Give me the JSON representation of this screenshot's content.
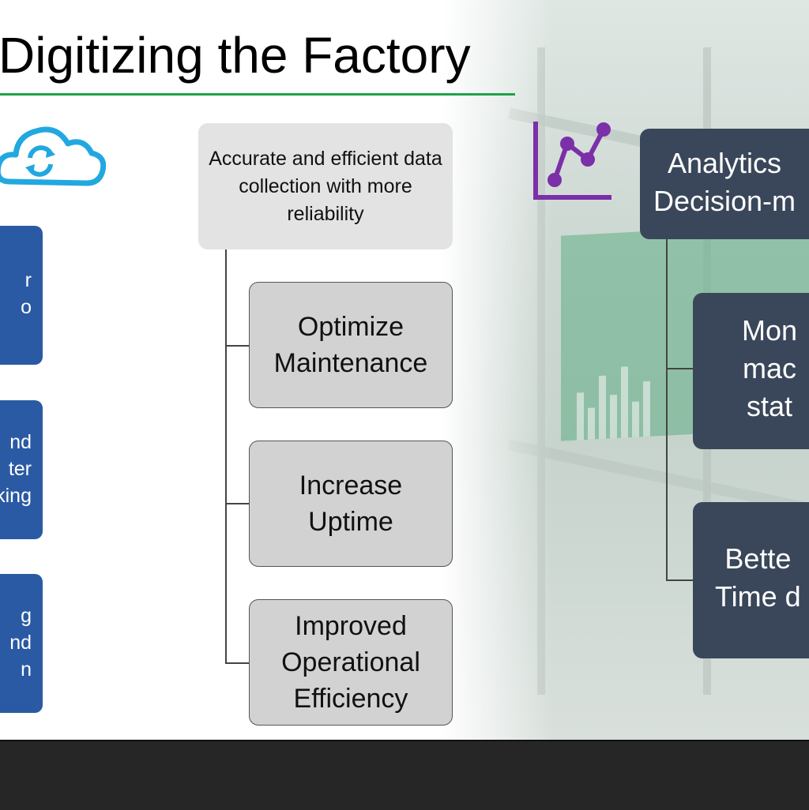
{
  "slide": {
    "title": "Digitizing the Factory",
    "accent_color": "#1fa24a",
    "icons": [
      "cloud-sync-icon",
      "line-chart-icon"
    ]
  },
  "left_column": {
    "boxes": [
      {
        "text": "r\no"
      },
      {
        "text": "nd\nter\nking"
      },
      {
        "text": "g\nnd\nn"
      }
    ],
    "box_color": "#2a5aa3"
  },
  "center_column": {
    "header": "Accurate and efficient data collection with more reliability",
    "items": [
      "Optimize Maintenance",
      "Increase Uptime",
      "Improved Operational Efficiency"
    ]
  },
  "right_column": {
    "header": "Analytics\nDecision-m",
    "items": [
      "Mon\nmac\nstat",
      "Bette\nTime d"
    ],
    "box_color": "#3a475a"
  }
}
